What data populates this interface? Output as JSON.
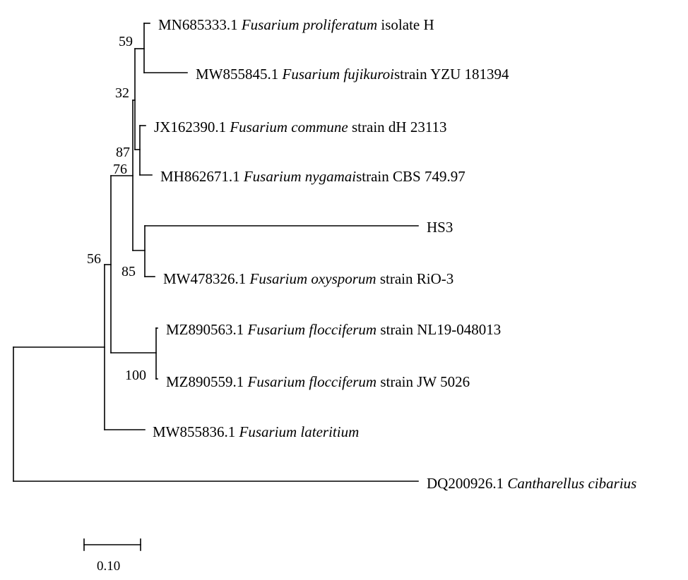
{
  "tree": {
    "taxa": [
      {
        "id": "t1",
        "accession": "MN685333.1",
        "species": "Fusarium proliferatum",
        "suffix": " isolate H"
      },
      {
        "id": "t2",
        "accession": "MW855845.1",
        "species": "Fusarium fujikuroi",
        "suffix": "strain YZU 181394"
      },
      {
        "id": "t3",
        "accession": "JX162390.1",
        "species": "Fusarium commune",
        "suffix": " strain dH 23113"
      },
      {
        "id": "t4",
        "accession": "MH862671.1",
        "species": "Fusarium nygamai",
        "suffix": "strain CBS 749.97"
      },
      {
        "id": "t5",
        "accession": "",
        "species": "",
        "suffix": "HS3"
      },
      {
        "id": "t6",
        "accession": "MW478326.1",
        "species": "Fusarium oxysporum",
        "suffix": " strain RiO-3"
      },
      {
        "id": "t7",
        "accession": "MZ890563.1",
        "species": "Fusarium flocciferum",
        "suffix": " strain NL19-048013"
      },
      {
        "id": "t8",
        "accession": "MZ890559.1",
        "species": "Fusarium flocciferum",
        "suffix": " strain JW 5026"
      },
      {
        "id": "t9",
        "accession": "MW855836.1",
        "species": "Fusarium lateritium",
        "suffix": ""
      },
      {
        "id": "t10",
        "accession": "DQ200926.1",
        "species": "Cantharellus cibarius",
        "suffix": ""
      }
    ],
    "bootstrap": [
      {
        "clade": "proliferatum-fujikuroi",
        "value": "59"
      },
      {
        "clade": "commune-nygamai",
        "value": "87"
      },
      {
        "clade": "upper-group",
        "value": "32"
      },
      {
        "clade": "oxysporum-group",
        "value": "76"
      },
      {
        "clade": "hs3-oxysporum",
        "value": "85"
      },
      {
        "clade": "flocciferum",
        "value": "100"
      },
      {
        "clade": "fusarium",
        "value": "56"
      }
    ],
    "scale_bar": {
      "label": "0.10",
      "length": 0.1
    }
  }
}
